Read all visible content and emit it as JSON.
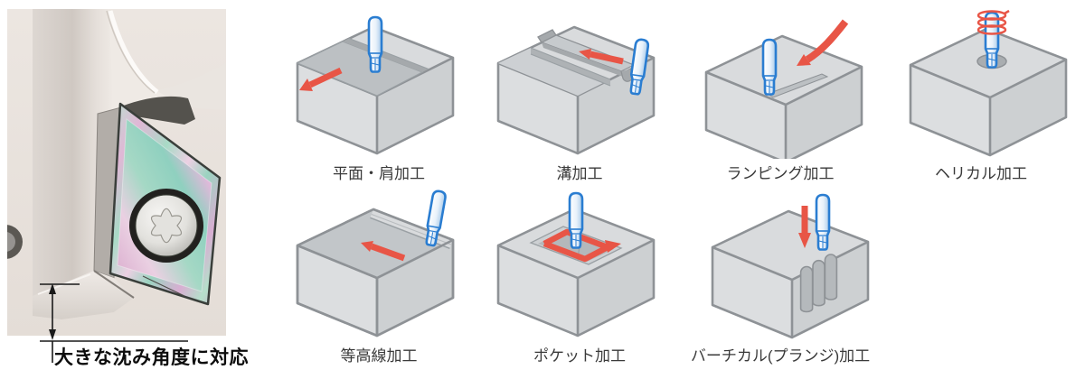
{
  "photo": {
    "caption": "大きな沈み角度に対応"
  },
  "operations": [
    {
      "id": "face-shoulder",
      "label": "平面・肩加工"
    },
    {
      "id": "slotting",
      "label": "溝加工"
    },
    {
      "id": "ramping",
      "label": "ランピング加工"
    },
    {
      "id": "helical",
      "label": "ヘリカル加工"
    },
    {
      "id": "contour",
      "label": "等高線加工"
    },
    {
      "id": "pocketing",
      "label": "ポケット加工"
    },
    {
      "id": "vertical-plunge",
      "label": "バーチカル(プランジ)加工"
    }
  ],
  "colors": {
    "page_bg": "#ffffff",
    "wp_top": "#d9dbdd",
    "wp_left": "#dcdee0",
    "wp_right": "#cdd0d2",
    "wp_outline": "#8e9296",
    "machined": "#bcc0c3",
    "machined_dark": "#a5a9ac",
    "machined_light": "#c2c6c9",
    "tool_blue": "#2a7dd1",
    "arrow_red": "#e85546",
    "label_text": "#3a3a3a",
    "caption_text": "#0d0d0d"
  }
}
